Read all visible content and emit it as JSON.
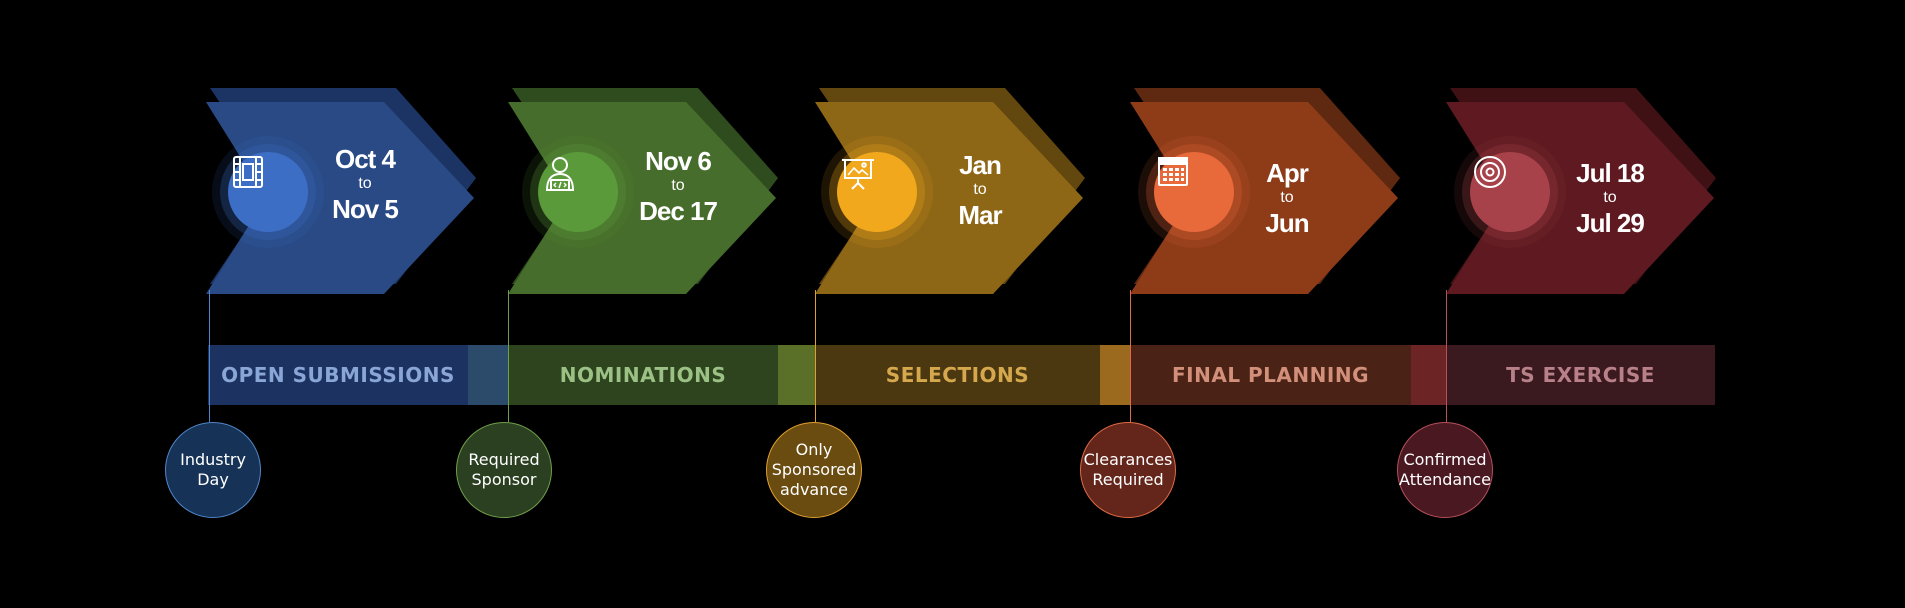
{
  "phases": [
    {
      "name": "OPEN SUBMISSIONS",
      "icon": "film-icon",
      "date_start": "Oct 4",
      "date_to": "to",
      "date_end": "Nov 5",
      "milestone": "Industry Day",
      "colors": {
        "chevron": "#2a4a85",
        "chevron_dark": "#1c3463",
        "icon": "#3d6ec5",
        "band": "#1c3260",
        "band_text": "#8aa6d6",
        "gap": "#2c4a6a",
        "milestone_fill": "#173257",
        "milestone_border": "#4f86c9"
      }
    },
    {
      "name": "NOMINATIONS",
      "icon": "developer-icon",
      "date_start": "Nov 6",
      "date_to": "to",
      "date_end": "Dec 17",
      "milestone": "Required Sponsor",
      "colors": {
        "chevron": "#466d2b",
        "chevron_dark": "#2f4c1e",
        "icon": "#5a9a3a",
        "band": "#2d441f",
        "band_text": "#9cc184",
        "gap": "#5a6f28",
        "milestone_fill": "#2b4020",
        "milestone_border": "#6f9f4b"
      }
    },
    {
      "name": "SELECTIONS",
      "icon": "presentation-icon",
      "date_start": "Jan",
      "date_to": "to",
      "date_end": "Mar",
      "milestone": "Only Sponsored advance",
      "colors": {
        "chevron": "#8e6716",
        "chevron_dark": "#62470e",
        "icon": "#f2a81d",
        "band": "#4b3710",
        "band_text": "#d5a84d",
        "gap": "#9c6a1e",
        "milestone_fill": "#6a4b10",
        "milestone_border": "#e0a030"
      }
    },
    {
      "name": "FINAL PLANNING",
      "icon": "calendar-icon",
      "date_start": "Apr",
      "date_to": "to",
      "date_end": "Jun",
      "milestone": "Clearances Required",
      "colors": {
        "chevron": "#8e3c18",
        "chevron_dark": "#5f2810",
        "icon": "#e8693a",
        "band": "#4b2216",
        "band_text": "#d2907a",
        "gap": "#6c2424",
        "milestone_fill": "#64251a",
        "milestone_border": "#e06a45"
      }
    },
    {
      "name": "TS EXERCISE",
      "icon": "target-icon",
      "date_start": "Jul 18",
      "date_to": "to",
      "date_end": "Jul 29",
      "milestone": "Confirmed Attendance",
      "colors": {
        "chevron": "#5e1a20",
        "chevron_dark": "#3f1115",
        "icon": "#a8424a",
        "band": "#3a1a1e",
        "band_text": "#b88088",
        "gap": "#5a1a1e",
        "milestone_fill": "#4a1820",
        "milestone_border": "#b6505a"
      }
    }
  ]
}
